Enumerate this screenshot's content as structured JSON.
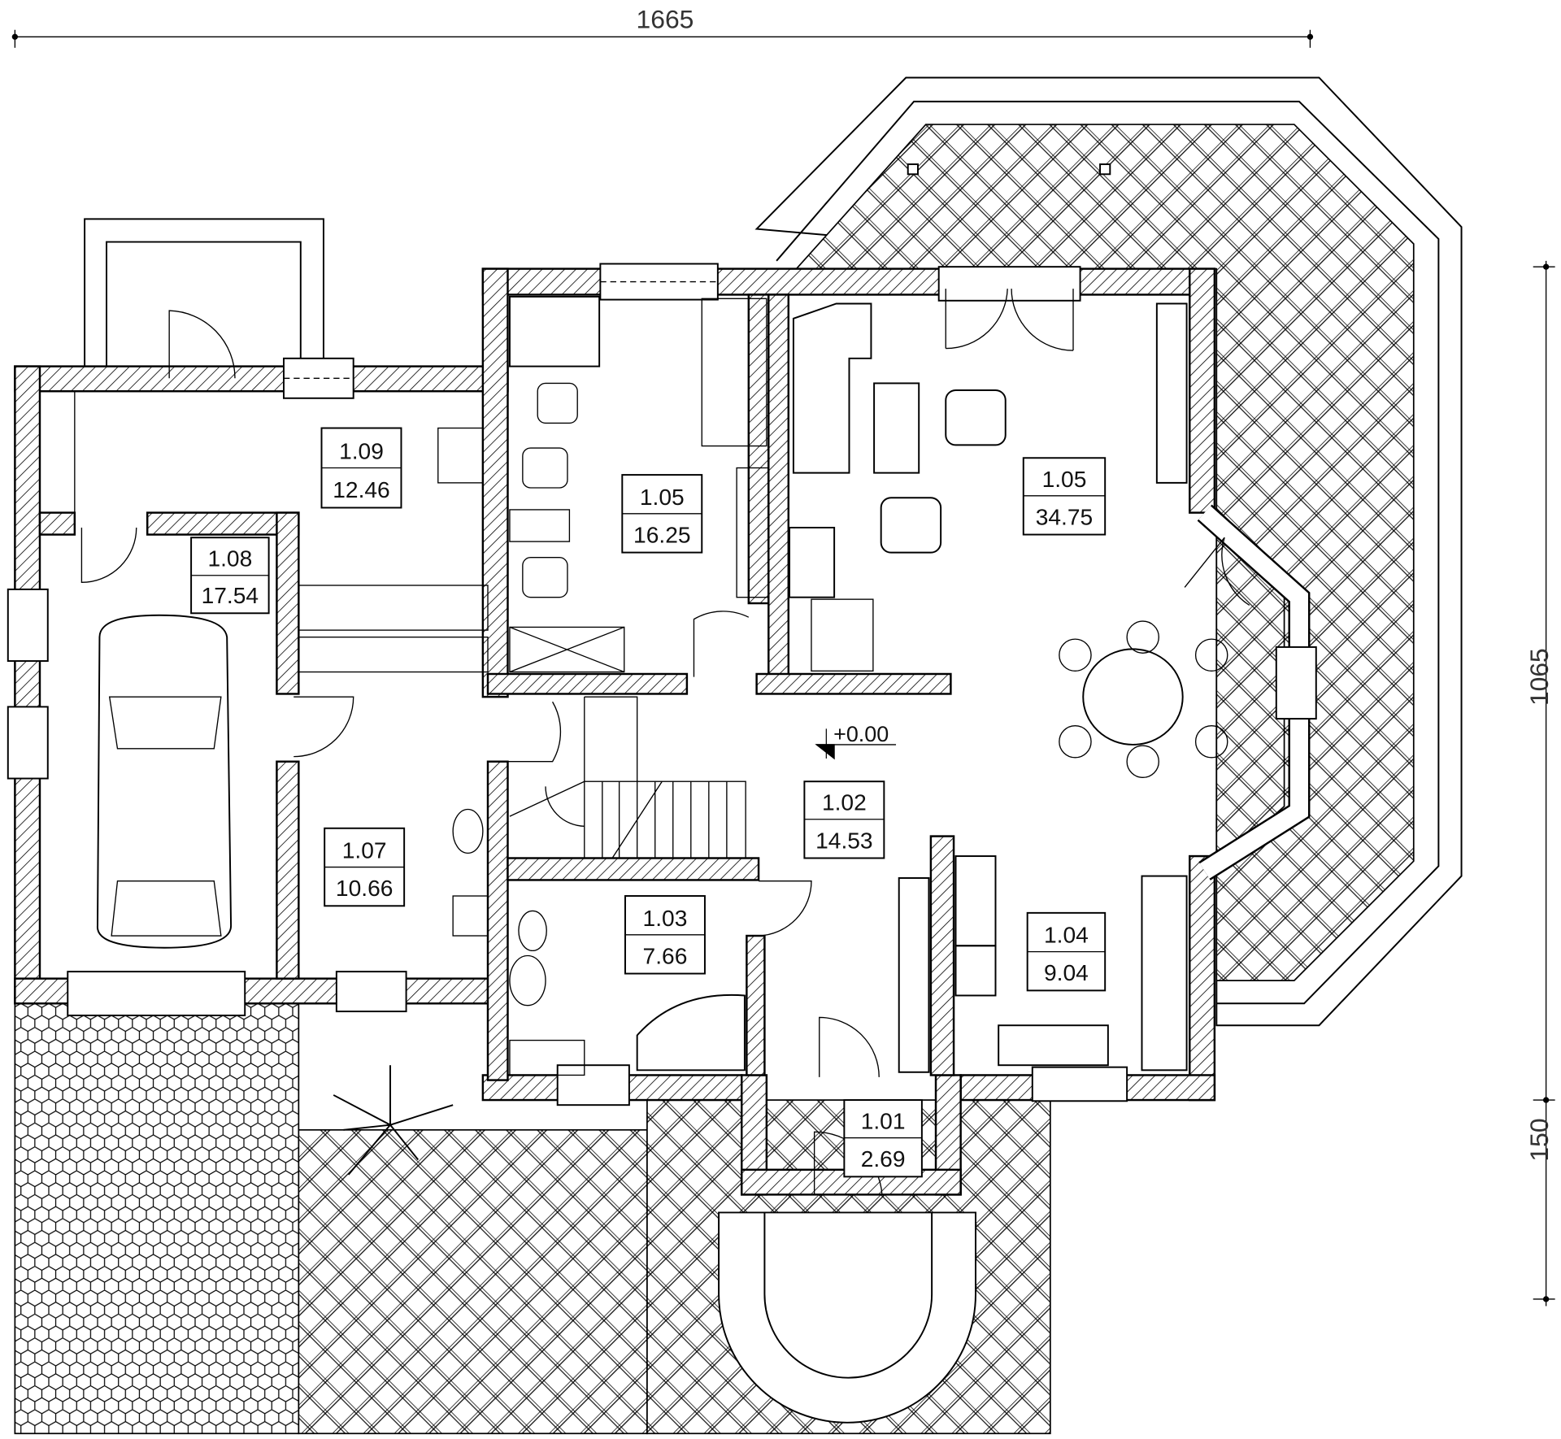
{
  "title": "Ground floor plan",
  "dimensions": {
    "total_width": "1665",
    "right_height": "1065",
    "right_porch": "150"
  },
  "level_mark": "+0.00",
  "rooms": [
    {
      "number": "1.09",
      "area": "12.46"
    },
    {
      "number": "1.08",
      "area": "17.54"
    },
    {
      "number": "1.05",
      "area": "16.25"
    },
    {
      "number": "1.05",
      "area": "34.75"
    },
    {
      "number": "1.07",
      "area": "10.66"
    },
    {
      "number": "1.02",
      "area": "14.53"
    },
    {
      "number": "1.03",
      "area": "7.66"
    },
    {
      "number": "1.04",
      "area": "9.04"
    },
    {
      "number": "1.01",
      "area": "2.69"
    }
  ],
  "colors": {
    "line": "#000000",
    "background": "#ffffff"
  }
}
